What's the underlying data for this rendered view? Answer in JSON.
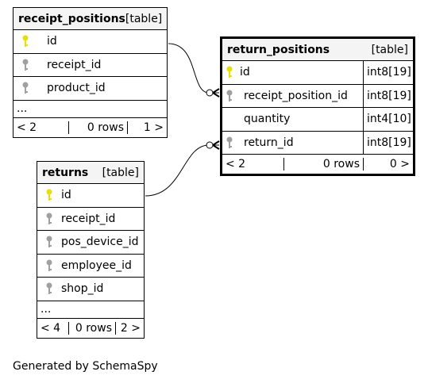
{
  "tables": {
    "receipt_positions": {
      "name": "receipt_positions",
      "kind": "[table]",
      "columns": [
        {
          "name": "id",
          "key": "primary"
        },
        {
          "name": "receipt_id",
          "key": "foreign"
        },
        {
          "name": "product_id",
          "key": "foreign"
        }
      ],
      "ellipsis": "...",
      "footer": {
        "parents": "< 2",
        "rows": "0 rows",
        "children": "1 >"
      }
    },
    "return_positions": {
      "name": "return_positions",
      "kind": "[table]",
      "columns": [
        {
          "name": "id",
          "type": "int8[19]",
          "key": "primary"
        },
        {
          "name": "receipt_position_id",
          "type": "int8[19]",
          "key": "foreign"
        },
        {
          "name": "quantity",
          "type": "int4[10]",
          "key": "none"
        },
        {
          "name": "return_id",
          "type": "int8[19]",
          "key": "foreign"
        }
      ],
      "footer": {
        "parents": "< 2",
        "rows": "0 rows",
        "children": "0 >"
      }
    },
    "returns": {
      "name": "returns",
      "kind": "[table]",
      "columns": [
        {
          "name": "id",
          "key": "primary"
        },
        {
          "name": "receipt_id",
          "key": "foreign"
        },
        {
          "name": "pos_device_id",
          "key": "foreign"
        },
        {
          "name": "employee_id",
          "key": "foreign"
        },
        {
          "name": "shop_id",
          "key": "foreign"
        }
      ],
      "ellipsis": "...",
      "footer": {
        "parents": "< 4",
        "rows": "0 rows",
        "children": "2 >"
      }
    }
  },
  "colors": {
    "primary_key": "#e8e000",
    "foreign_key": "#a0a0a0",
    "header_bg": "#f4f4f4"
  },
  "credit": "Generated by SchemaSpy"
}
